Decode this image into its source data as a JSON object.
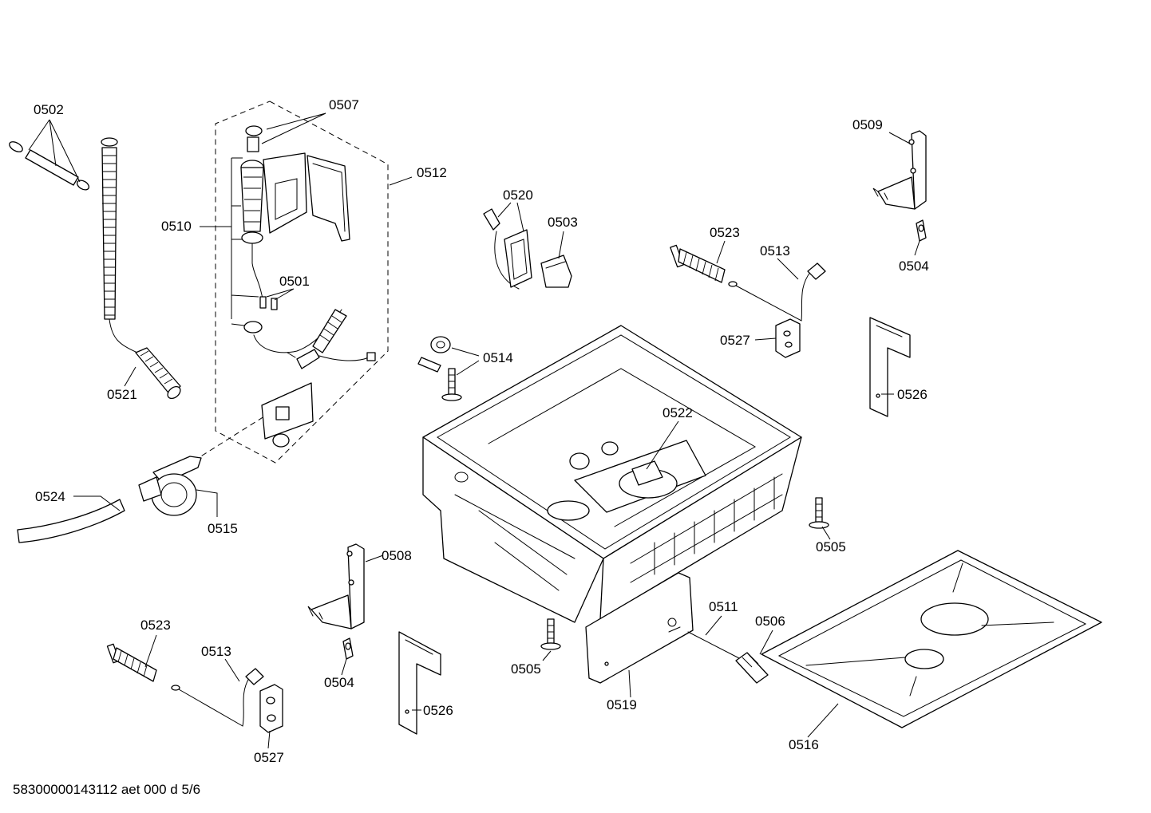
{
  "footer": "58300000143112 aet 000 d 5/6",
  "labels": {
    "l0502": "0502",
    "l0507": "0507",
    "l0512": "0512",
    "l0510": "0510",
    "l0501": "0501",
    "l0521": "0521",
    "l0524": "0524",
    "l0515": "0515",
    "l0520": "0520",
    "l0503": "0503",
    "l0514": "0514",
    "l0522": "0522",
    "l0523a": "0523",
    "l0513a": "0513",
    "l0527a": "0527",
    "l0509": "0509",
    "l0504a": "0504",
    "l0526a": "0526",
    "l0505a": "0505",
    "l0508": "0508",
    "l0504b": "0504",
    "l0523b": "0523",
    "l0513b": "0513",
    "l0527b": "0527",
    "l0526b": "0526",
    "l0505b": "0505",
    "l0519": "0519",
    "l0511": "0511",
    "l0506": "0506",
    "l0516": "0516"
  }
}
